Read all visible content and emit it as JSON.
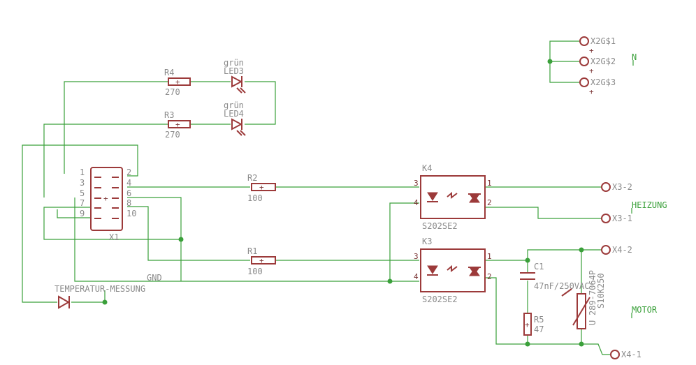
{
  "resistors": {
    "r4": {
      "name": "R4",
      "value": "270"
    },
    "r3": {
      "name": "R3",
      "value": "270"
    },
    "r2": {
      "name": "R2",
      "value": "100"
    },
    "r1": {
      "name": "R1",
      "value": "100"
    },
    "r5": {
      "name": "R5",
      "value": "47"
    }
  },
  "leds": {
    "led3": {
      "name": "LED3",
      "color_text": "grün"
    },
    "led4": {
      "name": "LED4",
      "color_text": "grün"
    }
  },
  "connector": {
    "name": "X1",
    "pins": [
      "1",
      "2",
      "3",
      "4",
      "5",
      "6",
      "7",
      "8",
      "9",
      "10"
    ]
  },
  "optocouplers": {
    "k4": {
      "name": "K4",
      "part": "S202SE2",
      "pin1": "1",
      "pin2": "2",
      "pin3": "3",
      "pin4": "4"
    },
    "k3": {
      "name": "K3",
      "part": "S202SE2",
      "pin1": "1",
      "pin2": "2",
      "pin3": "3",
      "pin4": "4"
    }
  },
  "capacitor": {
    "name": "C1",
    "value": "47nF/250VAC"
  },
  "varistor": {
    "name": "U",
    "part1": "289-7064P",
    "part2": "S10K250"
  },
  "terminals": {
    "x2g1": "X2G$1",
    "x2g2": "X2G$2",
    "x2g3": "X2G$3",
    "x3_2": "X3-2",
    "x3_1": "X3-1",
    "x4_2": "X4-2",
    "x4_1": "X4-1"
  },
  "net_labels": {
    "n": "N",
    "heizung": "HEIZUNG",
    "motor": "MOTOR",
    "gnd": "GND",
    "temp": "TEMPERATUR-MESSUNG"
  },
  "colors": {
    "symbol": "#9c3a3a",
    "wire": "#3aa03a",
    "label": "#8a8a8a"
  }
}
